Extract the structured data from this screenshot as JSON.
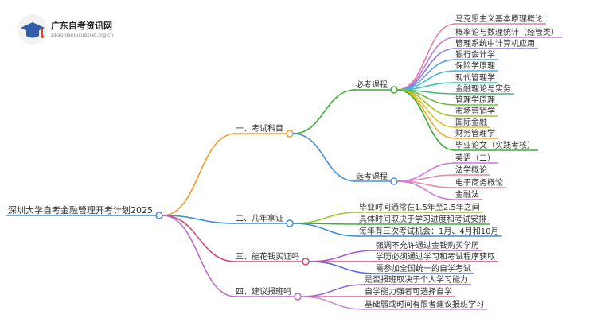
{
  "brand": {
    "name": "广东自考资讯网",
    "url": "zikao.danluxuexiao.org.cn",
    "colors": {
      "cap": "#2f5fa7",
      "accent": "#e8452c"
    }
  },
  "mindmap": {
    "root": "深圳大学自考金融管理开考计划2025",
    "branches": [
      {
        "label": "一、考试科目",
        "color": "#f39a2b",
        "children": [
          {
            "label": "必考课程",
            "color": "#3fae3a",
            "children": [
              {
                "label": "马克思主义基本原理概论",
                "color": "#e57fa6"
              },
              {
                "label": "概率论与数理统计（经管类）",
                "color": "#c77ad8"
              },
              {
                "label": "管理系统中计算机应用",
                "color": "#8b7be0"
              },
              {
                "label": "银行会计学",
                "color": "#5a9be5"
              },
              {
                "label": "保险学原理",
                "color": "#49b6d4"
              },
              {
                "label": "现代管理学",
                "color": "#3dbfb0"
              },
              {
                "label": "金融理论与实务",
                "color": "#40b978"
              },
              {
                "label": "管理学原理",
                "color": "#6dbd3b"
              },
              {
                "label": "市场营销学",
                "color": "#a5c42f"
              },
              {
                "label": "国际金融",
                "color": "#d9c52a"
              },
              {
                "label": "财务管理学",
                "color": "#f0a82a"
              },
              {
                "label": "毕业论文（实践考核）",
                "color": "#3fae3a"
              }
            ]
          },
          {
            "label": "选考课程",
            "color": "#4a8fd8",
            "children": [
              {
                "label": "英语（二）",
                "color": "#c77ad8"
              },
              {
                "label": "法学概论",
                "color": "#e08aa8"
              },
              {
                "label": "电子商务概论",
                "color": "#e08aa8"
              },
              {
                "label": "金融法",
                "color": "#c77ad8"
              }
            ]
          }
        ]
      },
      {
        "label": "二、几年拿证",
        "color": "#3f8dd8",
        "children": [
          {
            "label": "毕业时间通常在1.5年至2.5年之间",
            "color": "#a5c42f"
          },
          {
            "label": "具体时间取决于学习进度和考试安排",
            "color": "#3fae3a"
          },
          {
            "label": "每年有三次考试机会：1月、4月和10月",
            "color": "#3f8dd8"
          }
        ]
      },
      {
        "label": "三、能花钱买证吗",
        "color": "#d0487e",
        "children": [
          {
            "label": "强调不允许通过金钱购买学历",
            "color": "#a75bd0"
          },
          {
            "label": "学历必须通过学习和考试程序获取",
            "color": "#e3457a"
          },
          {
            "label": "需参加全国统一的自学考试",
            "color": "#5a6fe0"
          }
        ]
      },
      {
        "label": "四、建议报班吗",
        "color": "#b86bc9",
        "children": [
          {
            "label": "是否报班取决于个人学习能力",
            "color": "#8b6bd8"
          },
          {
            "label": "自学能力强者可选择自学",
            "color": "#d8699a"
          },
          {
            "label": "基础弱或时间有限者建议报班学习",
            "color": "#c98ad8"
          }
        ]
      }
    ]
  }
}
